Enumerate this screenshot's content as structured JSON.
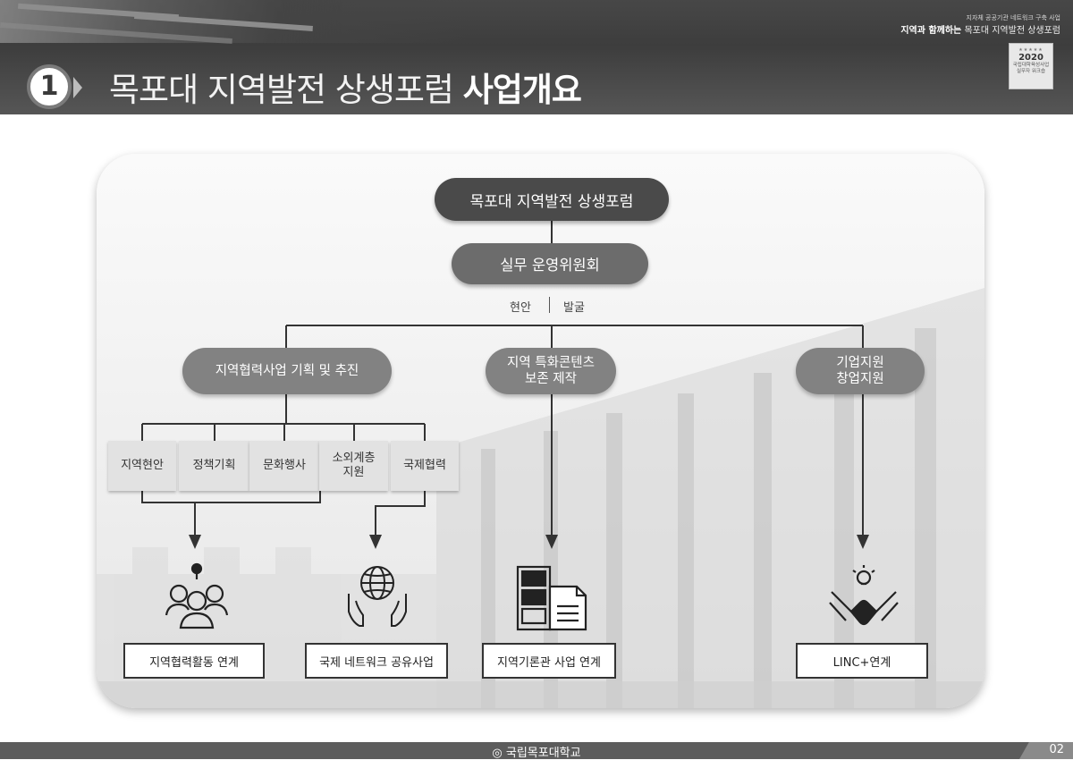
{
  "header": {
    "section_number": "1",
    "title_regular": "목포대 지역발전 상생포럼",
    "title_bold": "사업개요",
    "tag_small": "지자체 공공기관 네트워크 구축 사업",
    "tag_bold": "지역과 함께하는",
    "tag_rest": "목포대 지역발전 상생포럼",
    "badge": {
      "year": "2020",
      "line1": "국립대학육성사업",
      "line2": "실무자 워크숍"
    }
  },
  "diagram": {
    "top_node": "목포대 지역발전 상생포럼",
    "sub_node": "실무 운영위원회",
    "mid_labels": [
      "현안",
      "발굴"
    ],
    "categories": [
      {
        "label": "지역협력사업 기획 및 추진"
      },
      {
        "label_line1": "지역 특화콘텐츠",
        "label_line2": "보존 제작"
      },
      {
        "label_line1": "기업지원",
        "label_line2": "창업지원"
      }
    ],
    "subitems": [
      {
        "label": "지역현안"
      },
      {
        "label": "정책기획"
      },
      {
        "label": "문화행사"
      },
      {
        "label_line1": "소외계층",
        "label_line2": "지원"
      },
      {
        "label": "국제협력"
      }
    ],
    "results": [
      "지역협력활동 연계",
      "국제 네트워크 공유사업",
      "지역기론관 사업 연계",
      "LINC+연계"
    ],
    "icons": [
      "people-network-icon",
      "globe-hands-icon",
      "file-cabinet-icon",
      "handshake-lightbulb-icon"
    ]
  },
  "footer": {
    "university": "국립목포대학교",
    "page_number": "02"
  },
  "colors": {
    "header_bg": "#474747",
    "node_dark": "#4a4a4a",
    "node_mid": "#6c6c6c",
    "node_cat": "#828282",
    "subitem_bg": "#e2e2e2"
  }
}
